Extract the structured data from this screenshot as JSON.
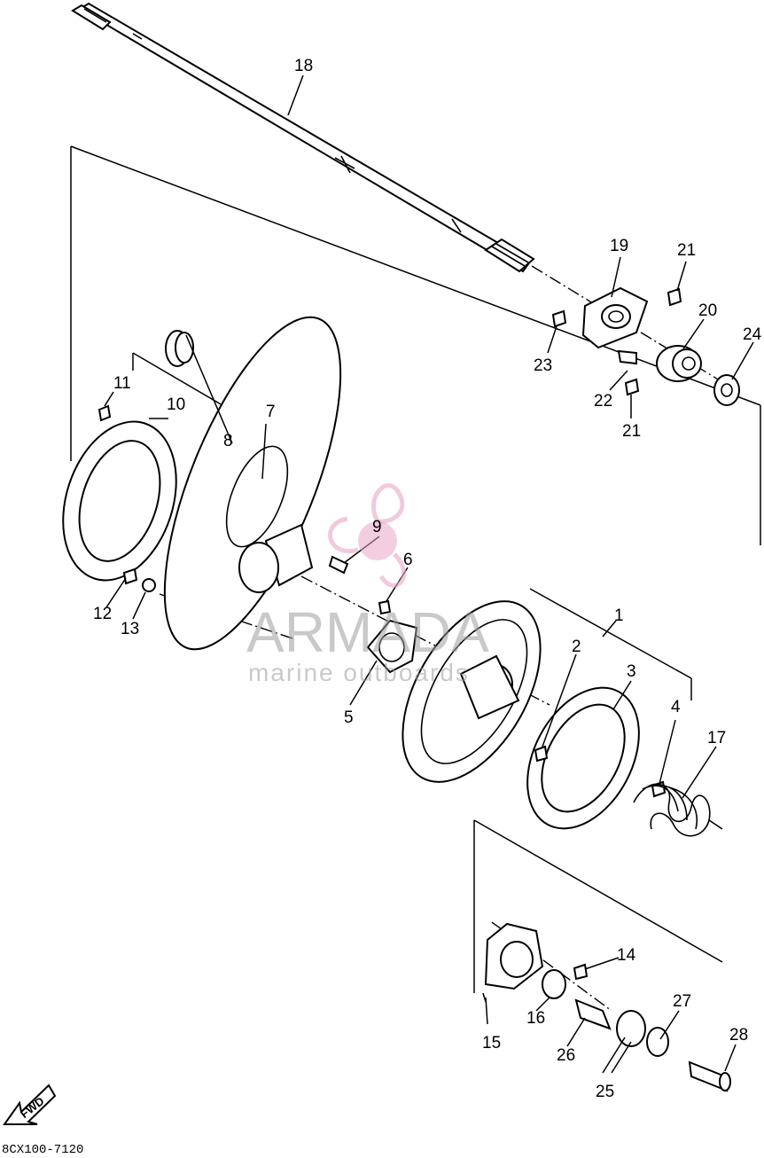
{
  "diagram_code": "8CX100-7120",
  "fwd_label": "FWD",
  "watermark": {
    "brand": "ARMADA",
    "tagline": "marine outboards",
    "color": "#e7a6c6"
  },
  "callouts": {
    "c1": "1",
    "c2": "2",
    "c3": "3",
    "c4": "4",
    "c5": "5",
    "c6": "6",
    "c7": "7",
    "c8": "8",
    "c9": "9",
    "c10": "10",
    "c11": "11",
    "c12": "12",
    "c13": "13",
    "c14": "14",
    "c15": "15",
    "c16": "16",
    "c17": "17",
    "c18": "18",
    "c19": "19",
    "c20": "20",
    "c21a": "21",
    "c21b": "21",
    "c22": "22",
    "c23": "23",
    "c24": "24",
    "c25": "25",
    "c26": "26",
    "c27": "27",
    "c28": "28"
  }
}
